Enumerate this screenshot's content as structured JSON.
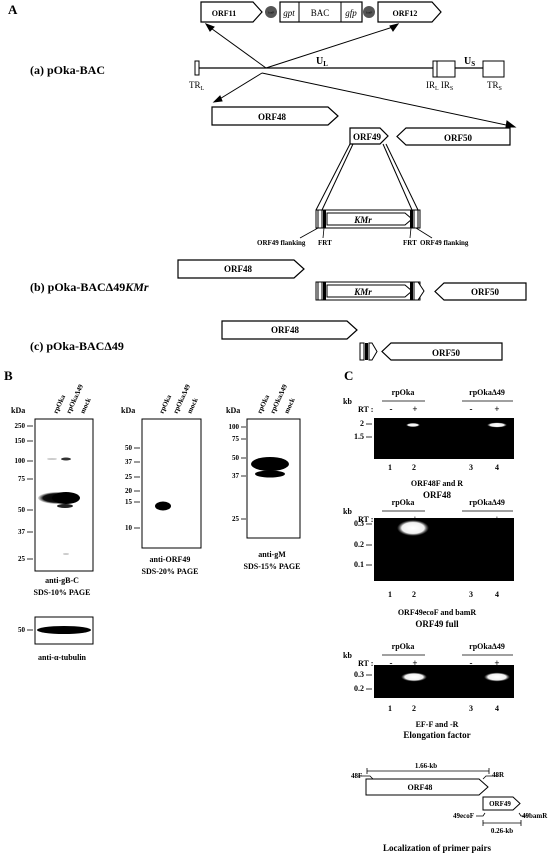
{
  "panel_a": {
    "label": "A",
    "row_a_label": "(a) pOka-BAC",
    "row_b_label_prefix": "(b) pOka-BACΔ49",
    "row_b_label_italic": "KMr",
    "row_c_label": "(c) pOka-BACΔ49",
    "insert": {
      "orf_left": "ORF11",
      "lox_left": "loxP",
      "gpt": "gpt",
      "bac": "BAC",
      "gfp": "gfp",
      "lox_right": "loxP",
      "orf_right": "ORF12"
    },
    "genome": {
      "ul": "U",
      "ul_sub": "L",
      "us": "U",
      "us_sub": "S",
      "trl": "TR",
      "trl_sub": "L",
      "irl": "IR",
      "irl_sub": "L",
      "irs": "IR",
      "irs_sub": "S",
      "trs": "TR",
      "trs_sub": "S"
    },
    "orf48": "ORF48",
    "orf49": "ORF49",
    "orf50": "ORF50",
    "kmr": "KMr",
    "orf49_flanking": "ORF49 flanking",
    "frt": "FRT"
  },
  "panel_b": {
    "label": "B",
    "kda": "kDa",
    "lanes": [
      "rpOka",
      "rpOkaΔ49",
      "mock"
    ],
    "blot1": {
      "markers": [
        "250",
        "150",
        "100",
        "75",
        "50",
        "37",
        "25"
      ],
      "caption1": "anti-gB-C",
      "caption2": "SDS-10% PAGE"
    },
    "blot_tubulin": {
      "markers": [
        "50"
      ],
      "caption": "anti-α-tubulin"
    },
    "blot2": {
      "markers": [
        "50",
        "37",
        "25",
        "20",
        "15",
        "10"
      ],
      "caption1": "anti-ORF49",
      "caption2": "SDS-20% PAGE"
    },
    "blot3": {
      "markers": [
        "100",
        "75",
        "50",
        "37",
        "25"
      ],
      "caption1": "anti-gM",
      "caption2": "SDS-15% PAGE"
    }
  },
  "panel_c": {
    "label": "C",
    "kb": "kb",
    "rt": "RT :",
    "groups": [
      "rpOka",
      "rpOkaΔ49"
    ],
    "rt_signs": [
      "-",
      "+",
      "-",
      "+"
    ],
    "lane_numbers": [
      "1",
      "2",
      "3",
      "4"
    ],
    "gel1": {
      "markers": [
        "2",
        "1.5"
      ],
      "caption1": "ORF48F and R",
      "caption2": "ORF48"
    },
    "gel2": {
      "markers": [
        "0.3",
        "0.2",
        "0.1"
      ],
      "caption1": "ORF49ecoF and bamR",
      "caption2": "ORF49 full"
    },
    "gel3": {
      "markers": [
        "0.3",
        "0.2"
      ],
      "caption1": "EF-F and -R",
      "caption2": "Elongation factor"
    },
    "primer_map": {
      "size_48": "1.66-kb",
      "p48f": "48F",
      "p48r": "48R",
      "orf48": "ORF48",
      "orf49": "ORF49",
      "p49f": "49ecoF",
      "p49r": "49bamR",
      "size_49": "0.26-kb",
      "caption": "Localization of primer pairs"
    }
  },
  "colors": {
    "ink": "#000000",
    "gel": "#000000",
    "band": "#ffffff",
    "blot_bg": "#ffffff",
    "lox": "#555555"
  }
}
